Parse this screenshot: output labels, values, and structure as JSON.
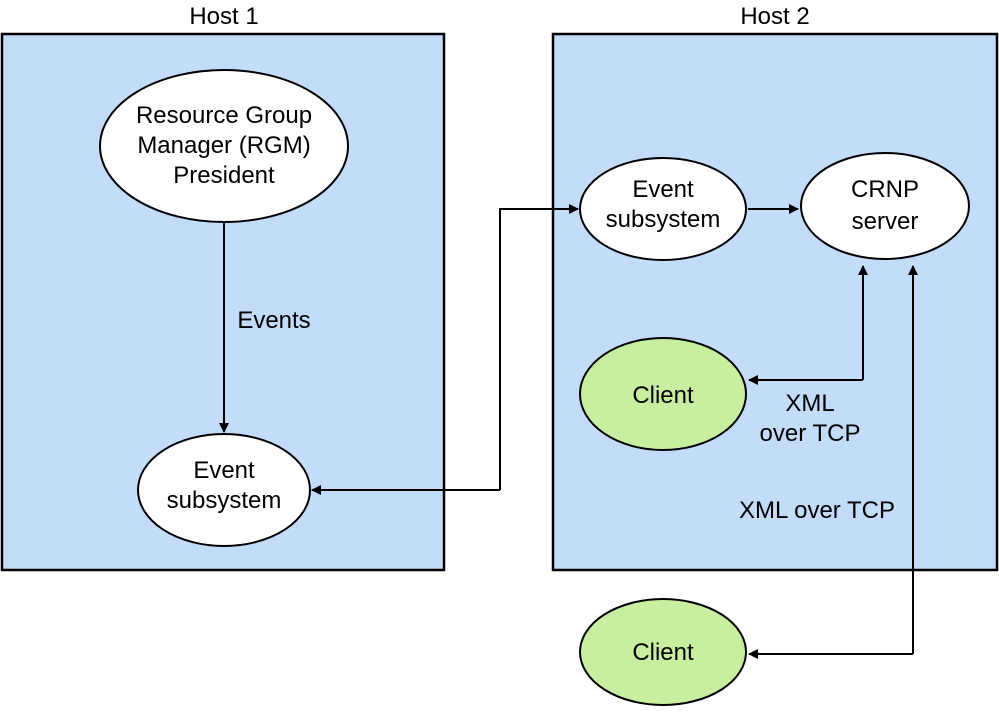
{
  "hosts": {
    "host1": {
      "title": "Host 1"
    },
    "host2": {
      "title": "Host 2"
    }
  },
  "nodes": {
    "rgm_president": {
      "lines": [
        "Resource Group",
        "Manager (RGM)",
        "President"
      ]
    },
    "event_subsystem_host1": {
      "lines": [
        "Event",
        "subsystem"
      ]
    },
    "event_subsystem_host2": {
      "lines": [
        "Event",
        "subsystem"
      ]
    },
    "crnp_server": {
      "lines": [
        "CRNP",
        "server"
      ]
    },
    "client_inside": {
      "lines": [
        "Client"
      ]
    },
    "client_outside": {
      "lines": [
        "Client"
      ]
    }
  },
  "labels": {
    "events": "Events",
    "xml_over_tcp_inner": [
      "XML",
      "over TCP"
    ],
    "xml_over_tcp_outer": "XML over TCP"
  },
  "colors": {
    "host_fill": "#c2dcfa",
    "client_fill": "#c8eea0",
    "node_fill": "#ffffff",
    "stroke": "#000000"
  }
}
